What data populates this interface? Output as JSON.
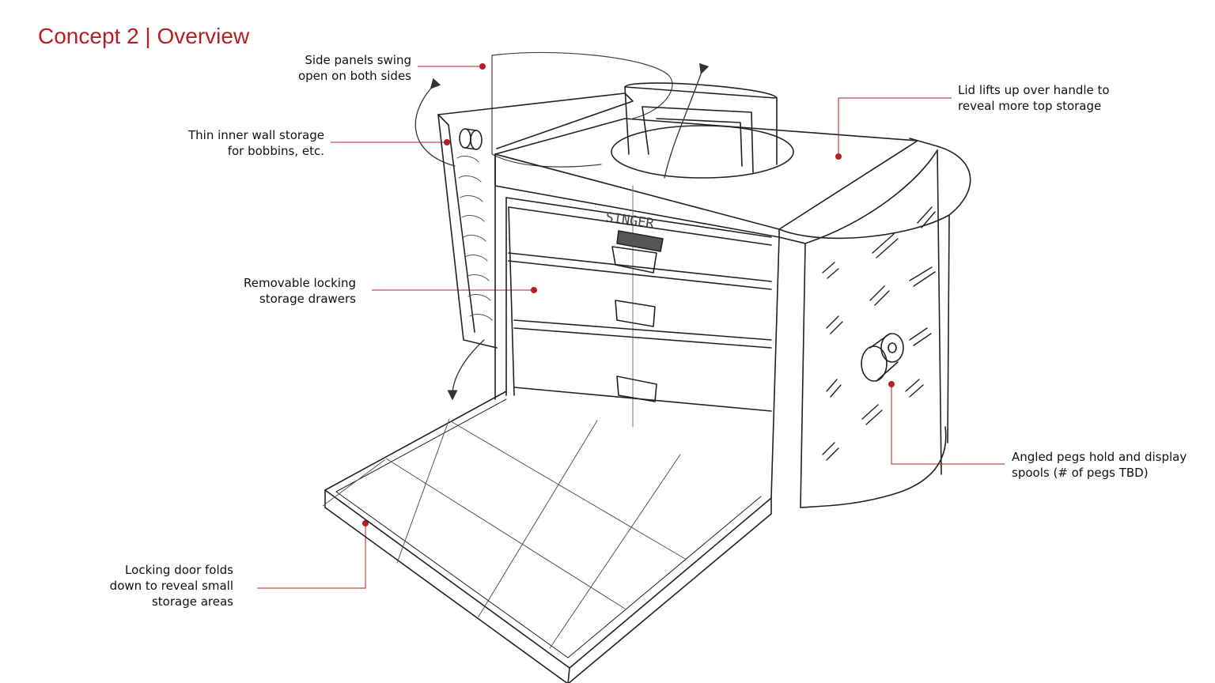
{
  "title": "Concept 2 | Overview",
  "brand_text": "SINGER",
  "accent_color": "#b41f24",
  "callouts": {
    "side_panels": {
      "line1": "Side panels swing",
      "line2": "open on both sides"
    },
    "inner_wall": {
      "line1": "Thin inner wall storage",
      "line2": "for bobbins, etc."
    },
    "drawers": {
      "line1": "Removable locking",
      "line2": "storage drawers"
    },
    "door": {
      "line1": "Locking door folds",
      "line2": "down to reveal small",
      "line3": "storage areas"
    },
    "lid": {
      "line1": "Lid lifts up over handle to",
      "line2": "reveal more top storage"
    },
    "pegs": {
      "line1": "Angled pegs hold and display",
      "line2": "spools (# of pegs TBD)"
    }
  }
}
